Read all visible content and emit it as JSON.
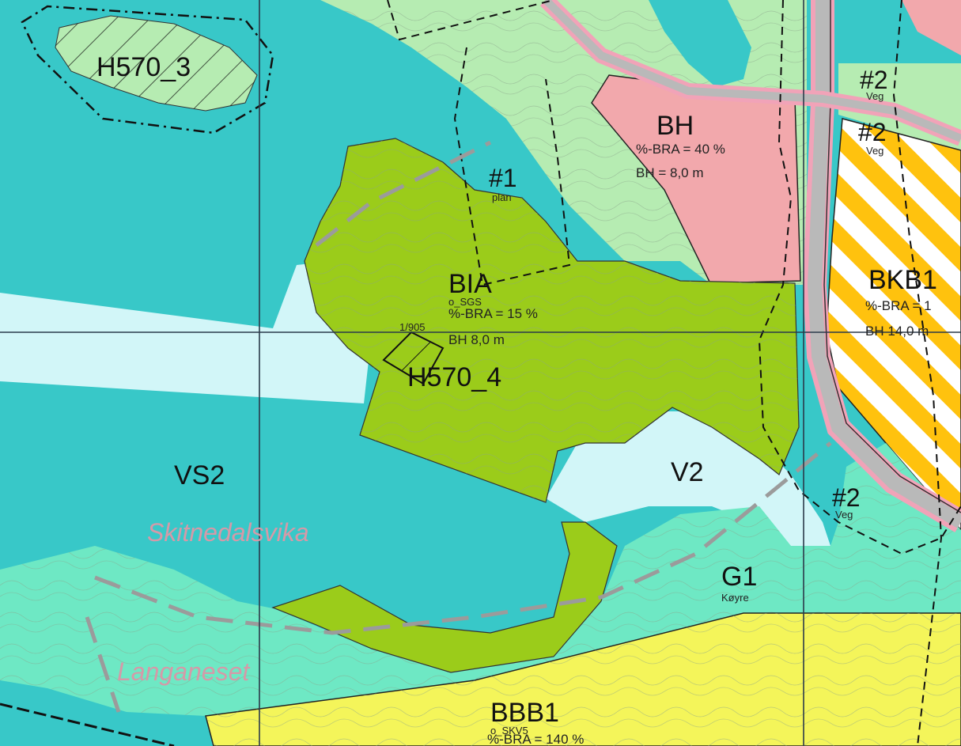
{
  "colors": {
    "water_deep": "#38c8c8",
    "water_light": "#d2f6f8",
    "green_field": "#9bcc1a",
    "light_green": "#b6ecb2",
    "pink": "#f2a8ac",
    "yellow": "#f4f55a",
    "aqua_green": "#6ee8c4",
    "stripe_yellow": "#ffc20e",
    "road": "#b9b9b9",
    "road_edge": "#f1a3b8"
  },
  "labels": {
    "h570_3": "H570_3",
    "h570_4": "H570_4",
    "plan1": "#1",
    "plan1_sub": "plan",
    "bh": "BH",
    "bh_bra": "%-BRA = 40 %",
    "bh_height": "BH = 8,0 m",
    "veg2_top": "#2",
    "veg2_top_sub": "Veg",
    "veg2_mid": "#2",
    "veg2_mid_sub": "Veg",
    "bia": "BIA",
    "bia_sub": "o_SGS",
    "bia_bra": "%-BRA = 15 %",
    "bia_height": "BH 8,0 m",
    "sgs_small": "1/905",
    "kb1": "BKB1",
    "kb1_bra": "%-BRA = 1",
    "kb1_height": "BH 14,0 m",
    "vs2": "VS2",
    "v2": "V2",
    "veg2_low": "#2",
    "veg2_low_sub": "Veg",
    "skitnedalsvika": "Skitnedalsvika",
    "g1": "G1",
    "g1_sub": "Køyre",
    "langaneset": "Langaneset",
    "bbb1": "BBB1",
    "bbb1_sub": "o_SKV5",
    "bbb1_bra": "%-BRA = 140 %"
  }
}
